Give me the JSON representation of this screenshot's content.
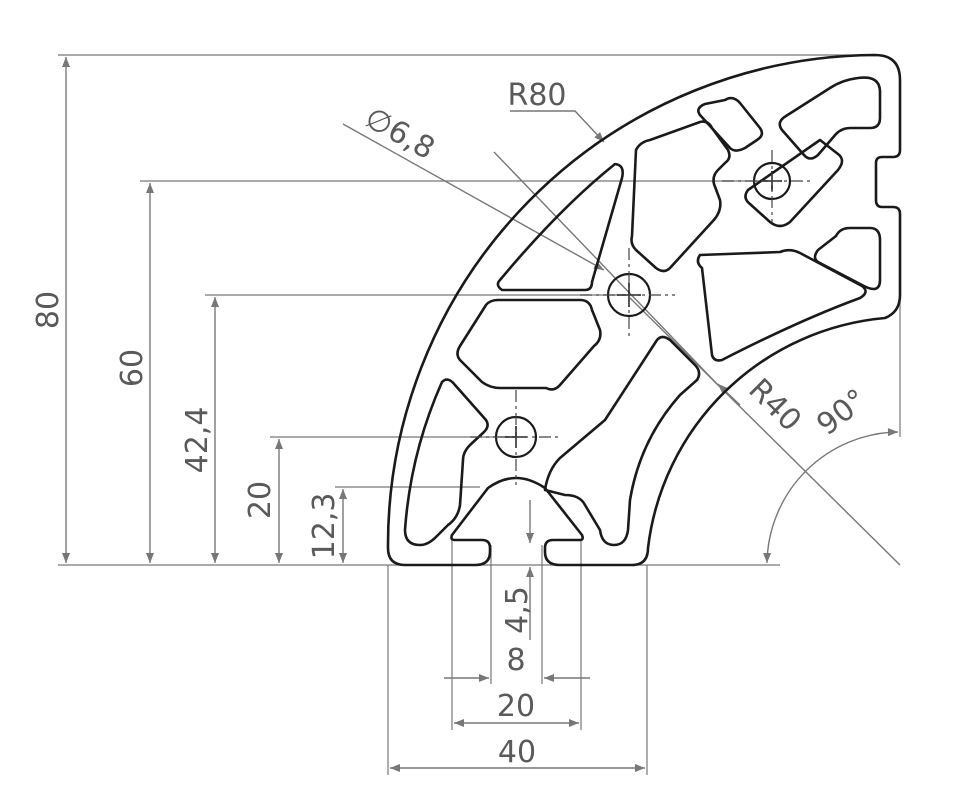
{
  "drawing": {
    "labels": {
      "height_80": "80",
      "height_60": "60",
      "height_42_4": "42,4",
      "height_20": "20",
      "height_12_3": "12,3",
      "slot_4_5": "4,5",
      "width_8": "8",
      "width_20": "20",
      "width_40": "40",
      "radius_80": "R80",
      "radius_40": "R40",
      "diameter_6_8": "∅6,8",
      "angle_90": "90°"
    },
    "colors": {
      "profile_stroke": "#1a1a1a",
      "dimension_stroke": "#777777",
      "text": "#5a5a5a"
    }
  }
}
